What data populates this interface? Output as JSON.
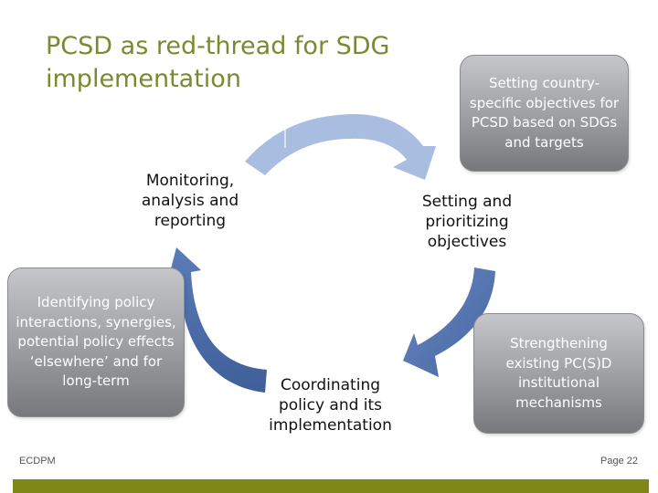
{
  "slide": {
    "title": "PCSD as red-thread for SDG implementation",
    "page_number": "Page 22",
    "organization": "ECDPM",
    "colors": {
      "title": "#7a8a2e",
      "footer_bar": "#7f8817",
      "arrow_light": "#a9bde0",
      "arrow_dark": "#4a6aa5",
      "box_gradient_top": "#c4c6ca",
      "box_gradient_bottom": "#76787c"
    }
  },
  "cycle": {
    "steps": [
      {
        "id": "setting-prioritizing",
        "label": "Setting and prioritizing objectives"
      },
      {
        "id": "coordinating",
        "label": "Coordinating policy and its implementation"
      },
      {
        "id": "monitoring",
        "label": "Monitoring, analysis and reporting"
      }
    ],
    "arrows": [
      {
        "from": "monitoring",
        "to": "setting-prioritizing",
        "shade": "light"
      },
      {
        "from": "setting-prioritizing",
        "to": "coordinating",
        "shade": "dark"
      },
      {
        "from": "coordinating",
        "to": "monitoring",
        "shade": "dark"
      }
    ]
  },
  "callouts": [
    {
      "id": "country-specific",
      "text": "Setting country-specific objectives for PCSD based on SDGs and targets"
    },
    {
      "id": "strengthening",
      "text": "Strengthening existing PC(S)D institutional mechanisms"
    },
    {
      "id": "identifying",
      "text": "Identifying policy interactions, synergies, potential policy effects ‘elsewhere’ and for long-term"
    }
  ]
}
